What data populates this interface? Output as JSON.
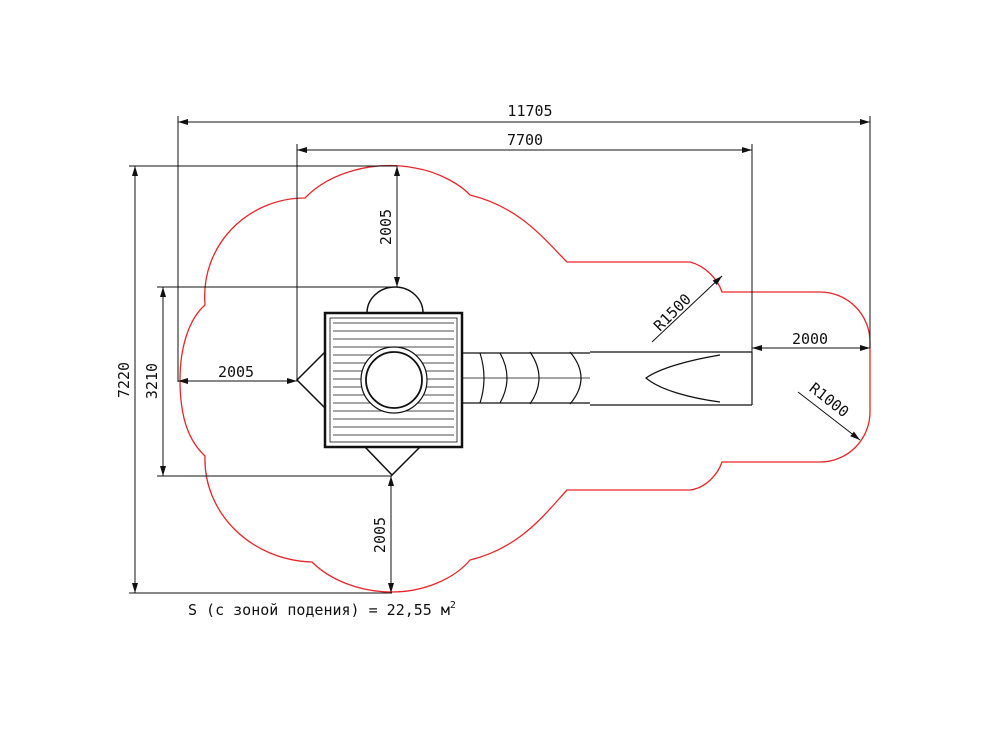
{
  "drawing": {
    "dimensions": {
      "overall_length": "11705",
      "structure_length": "7700",
      "overall_width": "7220",
      "structure_width": "3210",
      "fall_zone_top": "2005",
      "fall_zone_bottom": "2005",
      "fall_zone_left": "2005",
      "fall_zone_right": "2000",
      "radius_large": "R1500",
      "radius_small": "R1000"
    },
    "area_note": "S (с зоной подения) = 22,55 м",
    "area_note_superscript": "2",
    "colors": {
      "safety_zone": "#e8262b",
      "lines": "#111111"
    }
  }
}
